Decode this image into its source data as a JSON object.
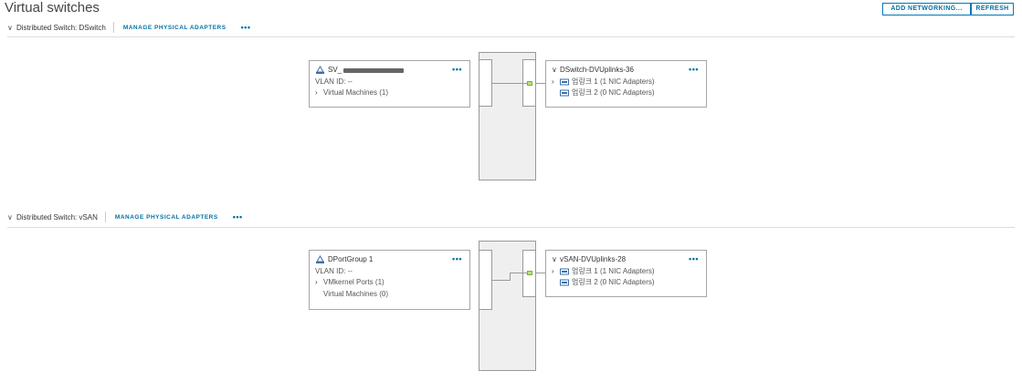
{
  "page": {
    "title": "Virtual switches",
    "add_networking_label": "ADD NETWORKING...",
    "refresh_label": "REFRESH"
  },
  "switches": [
    {
      "header": "Distributed Switch: DSwitch",
      "manage_label": "MANAGE PHYSICAL ADAPTERS",
      "more_label": "•••",
      "portgroup": {
        "name_prefix": "SV_",
        "name_redacted": true,
        "vlan": "VLAN ID: --",
        "rows": [
          {
            "label": "Virtual Machines (1)",
            "expandable": true
          }
        ]
      },
      "uplinks": {
        "name": "DSwitch-DVUplinks-36",
        "rows": [
          {
            "label": "업링크 1 (1 NIC Adapters)",
            "expandable": true
          },
          {
            "label": "업링크 2 (0 NIC Adapters)",
            "expandable": false
          }
        ]
      }
    },
    {
      "header": "Distributed Switch: vSAN",
      "manage_label": "MANAGE PHYSICAL ADAPTERS",
      "more_label": "•••",
      "portgroup": {
        "name": "DPortGroup 1",
        "vlan": "VLAN ID: --",
        "rows": [
          {
            "label": "VMkernel Ports (1)",
            "expandable": true
          },
          {
            "label": "Virtual Machines (0)",
            "expandable": false
          }
        ]
      },
      "uplinks": {
        "name": "vSAN-DVUplinks-28",
        "rows": [
          {
            "label": "업링크 1 (1 NIC Adapters)",
            "expandable": true
          },
          {
            "label": "업링크 2 (0 NIC Adapters)",
            "expandable": false
          }
        ]
      }
    }
  ],
  "icons": {
    "portgroup": "portgroup-icon",
    "nic": "network-adapter-icon",
    "more": "more-actions-icon",
    "chevron": "chevron-icon"
  },
  "colors": {
    "link": "#0072a3",
    "port_active": "#b9e27a",
    "switch_fill": "#efefef"
  }
}
